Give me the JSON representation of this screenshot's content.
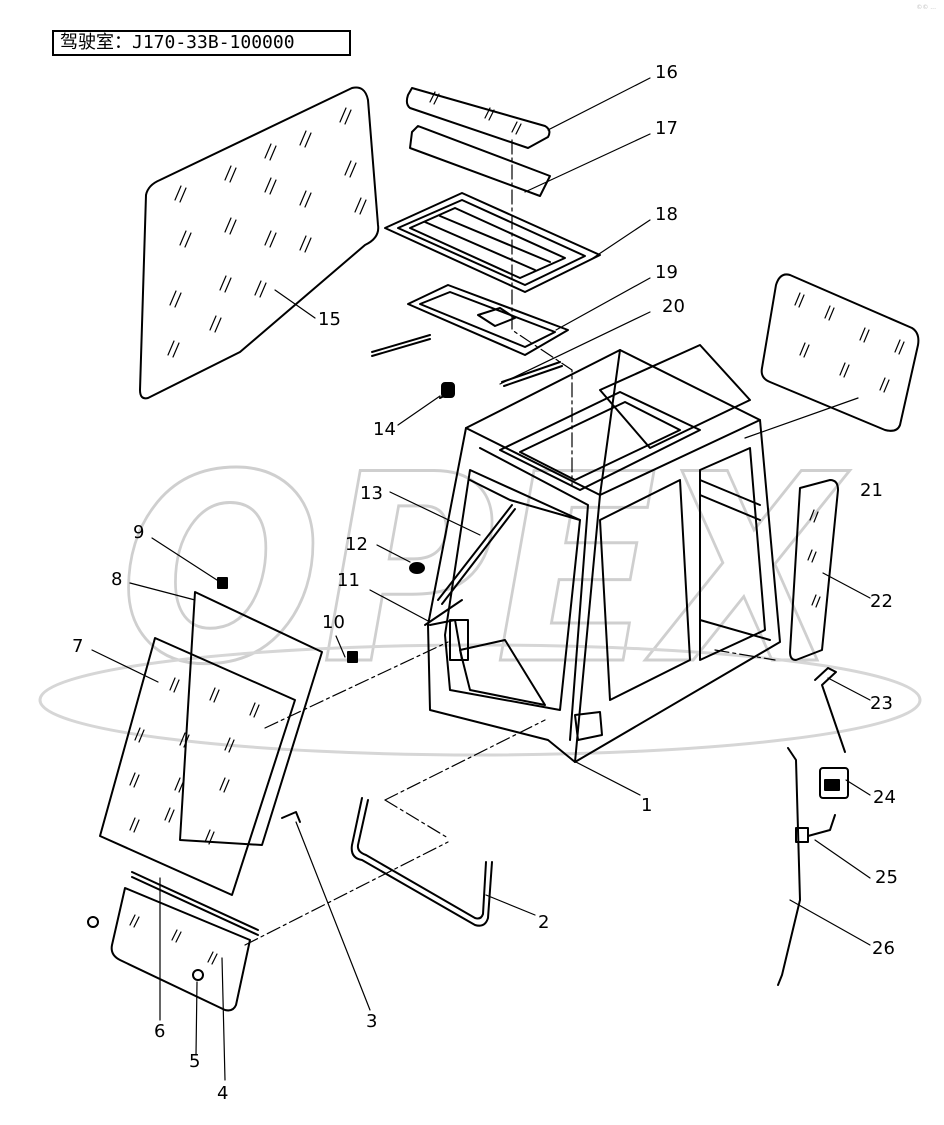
{
  "title": "驾驶室：J170-33B-100000",
  "watermark": "OPEX",
  "corner_mark": "©© ...",
  "callouts": [
    {
      "id": "1",
      "label": "1"
    },
    {
      "id": "2",
      "label": "2"
    },
    {
      "id": "3",
      "label": "3"
    },
    {
      "id": "4",
      "label": "4"
    },
    {
      "id": "5",
      "label": "5"
    },
    {
      "id": "6",
      "label": "6"
    },
    {
      "id": "7",
      "label": "7"
    },
    {
      "id": "8",
      "label": "8"
    },
    {
      "id": "9",
      "label": "9"
    },
    {
      "id": "10",
      "label": "10"
    },
    {
      "id": "11",
      "label": "11"
    },
    {
      "id": "12",
      "label": "12"
    },
    {
      "id": "13",
      "label": "13"
    },
    {
      "id": "14",
      "label": "14"
    },
    {
      "id": "15",
      "label": "15"
    },
    {
      "id": "16",
      "label": "16"
    },
    {
      "id": "17",
      "label": "17"
    },
    {
      "id": "18",
      "label": "18"
    },
    {
      "id": "19",
      "label": "19"
    },
    {
      "id": "20",
      "label": "20"
    },
    {
      "id": "21",
      "label": "21"
    },
    {
      "id": "22",
      "label": "22"
    },
    {
      "id": "23",
      "label": "23"
    },
    {
      "id": "24",
      "label": "24"
    },
    {
      "id": "25",
      "label": "25"
    },
    {
      "id": "26",
      "label": "26"
    }
  ]
}
